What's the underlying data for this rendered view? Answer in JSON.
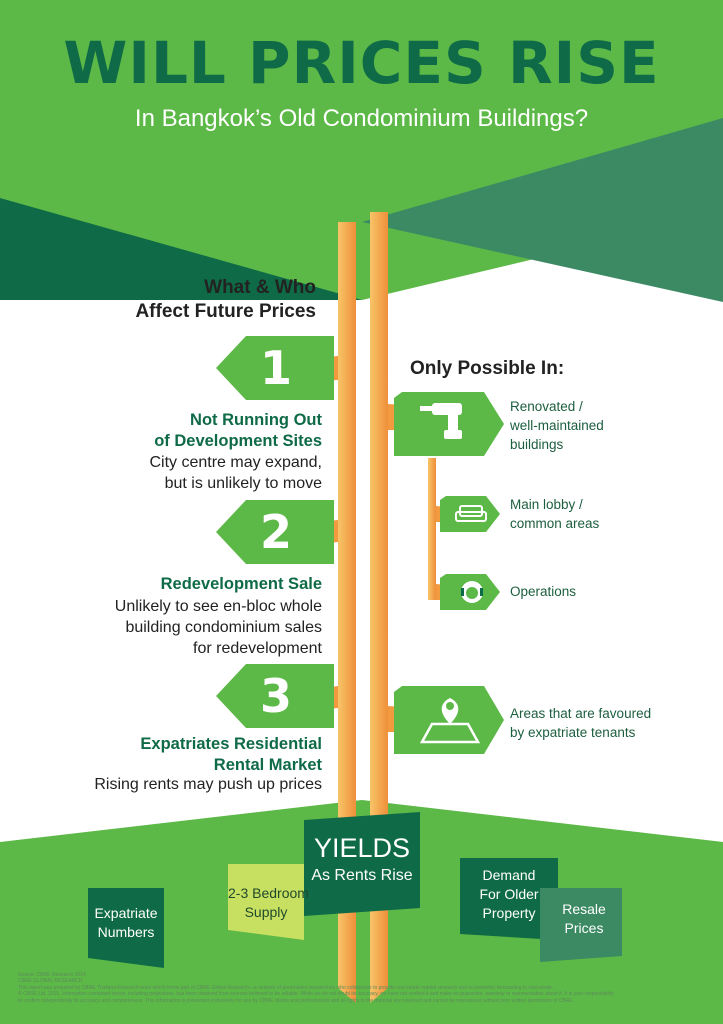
{
  "header": {
    "title": "WILL PRICES RISE",
    "subtitle": "In Bangkok’s Old Condominium Buildings?"
  },
  "section_heading": [
    "What & Who",
    "Affect Future Prices"
  ],
  "conditions_heading": "Only Possible In:",
  "factors": [
    {
      "number": "1",
      "title": [
        "Not Running Out",
        "of Development Sites"
      ],
      "description": [
        "City centre may expand,",
        "but is unlikely to move"
      ]
    },
    {
      "number": "2",
      "title": [
        "Redevelopment Sale"
      ],
      "description": [
        "Unlikely to see en-bloc whole",
        "building condominium sales",
        "for redevelopment"
      ]
    },
    {
      "number": "3",
      "title": [
        "Expatriates Residential",
        "Rental Market"
      ],
      "description": [
        "Rising rents may push up prices"
      ]
    }
  ],
  "conditions": [
    {
      "icon": "drill-icon",
      "label": [
        "Renovated /",
        "well-maintained",
        "buildings"
      ]
    },
    {
      "icon": "sofa-icon",
      "label": [
        "Main lobby /",
        "common areas"
      ]
    },
    {
      "icon": "headset-icon",
      "label": [
        "Operations"
      ]
    },
    {
      "icon": "map-pin-icon",
      "label": [
        "Areas that are favoured",
        "by expatriate tenants"
      ]
    }
  ],
  "bottom_boxes": {
    "expatriate": [
      "Expatriate",
      "Numbers"
    ],
    "bedroom": [
      "2-3 Bedroom",
      "Supply"
    ],
    "yields_title": "YIELDS",
    "yields_sub": "As Rents Rise",
    "demand": [
      "Demand",
      "For Older",
      "Property"
    ],
    "resale": [
      "Resale",
      "Prices"
    ]
  },
  "footer": [
    "Source: CBRE Research 2014",
    "CBRE GLOBAL RESEARCH",
    "This report was prepared by CBRE Thailand Research team which forms part of CBRE Global Research—a network of preeminent researchers who collaborate to provide real estate market research and econometric forecasting to real estate.",
    "© CBRE Ltd. 2015. Information contained herein, including projections, has been obtained from sources believed to be reliable. While we do not doubt its accuracy, we have not verified it and make no guarantee, warranty or representation about it. It is your responsibility",
    "to confirm independently its accuracy and completeness. This information is presented exclusively for use by CBRE clients and professionals and all rights to the material are reserved and cannot be reproduced without prior written permission of CBRE."
  ],
  "colors": {
    "bright_green": "#5cb947",
    "dark_green": "#0f6a47",
    "teal_green": "#3c8a63",
    "orange": "#f29a3f",
    "light_orange": "#f7c468",
    "lime": "#c8e062"
  }
}
